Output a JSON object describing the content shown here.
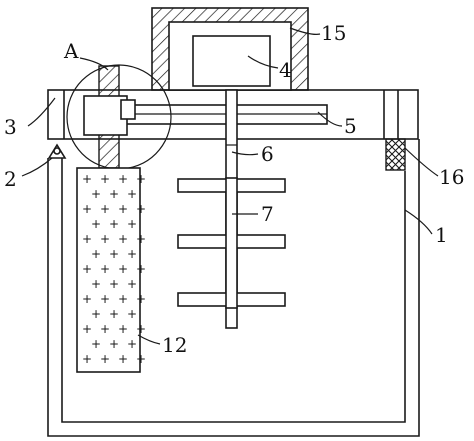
{
  "labels": {
    "detail": "A",
    "p1": "1",
    "p2": "2",
    "p3": "3",
    "p4": "4",
    "p5": "5",
    "p6": "6",
    "p7": "7",
    "p12": "12",
    "p15": "15",
    "p16": "16"
  },
  "colors": {
    "line": "#1a1a1a",
    "background": "#ffffff"
  },
  "particle_glyph": "+"
}
